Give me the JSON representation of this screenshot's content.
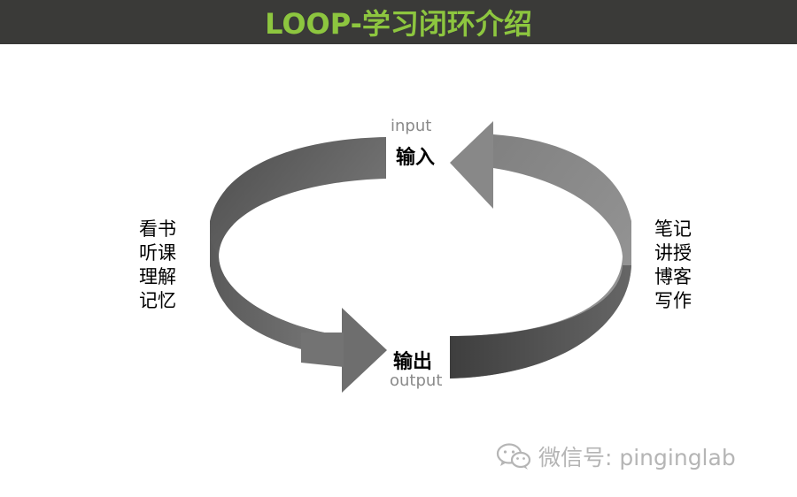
{
  "header": {
    "title": "LOOP-学习闭环介绍",
    "title_color": "#8dc63f",
    "bar_color": "#3a3a38"
  },
  "diagram": {
    "input_en": "input",
    "input_cn": "输入",
    "output_en": "output",
    "output_cn": "输出",
    "arrow_color": "#6b6b6b",
    "left_items": [
      "看书",
      "听课",
      "理解",
      "记忆"
    ],
    "right_items": [
      "笔记",
      "讲授",
      "博客",
      "写作"
    ]
  },
  "watermark": {
    "icon": "wechat-icon",
    "text": "微信号: pinginglab"
  }
}
